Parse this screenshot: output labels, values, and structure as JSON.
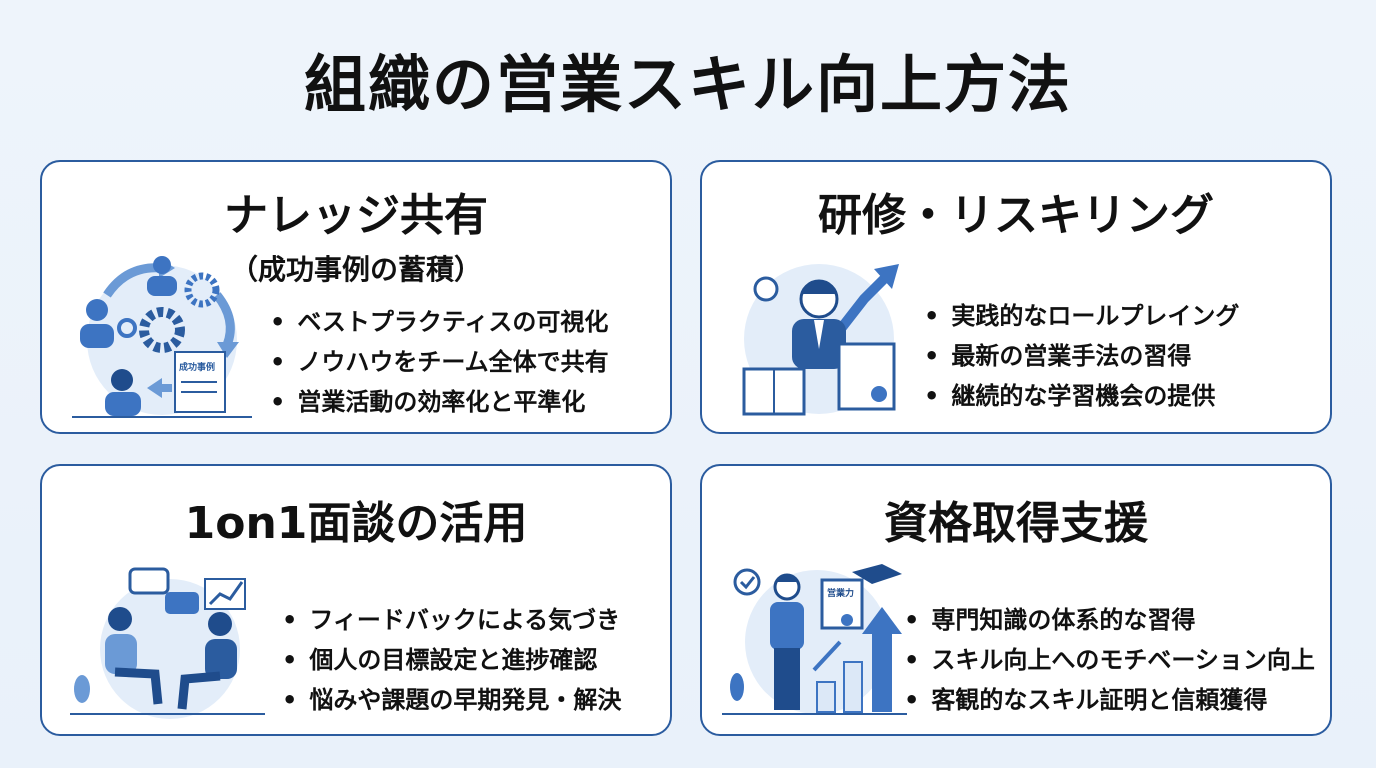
{
  "title": "組織の営業スキル向上方法",
  "colors": {
    "accent": "#2b5c9f",
    "icon_blue": "#3d74c2",
    "light_blue": "#dce8f7"
  },
  "cards": [
    {
      "title": "ナレッジ共有",
      "subtitle": "（成功事例の蓄積）",
      "illustration_label": "成功事例",
      "bullets": [
        "ベストプラクティスの可視化",
        "ノウハウをチーム全体で共有",
        "営業活動の効率化と平準化"
      ]
    },
    {
      "title": "研修・リスキリング",
      "bullets": [
        "実践的なロールプレイング",
        "最新の営業手法の習得",
        "継続的な学習機会の提供"
      ]
    },
    {
      "title": "1on1面談の活用",
      "bullets": [
        "フィードバックによる気づき",
        "個人の目標設定と進捗確認",
        "悩みや課題の早期発見・解決"
      ]
    },
    {
      "title": "資格取得支援",
      "illustration_label": "営業力",
      "bullets": [
        "専門知識の体系的な習得",
        "スキル向上へのモチベーション向上",
        "客観的なスキル証明と信頼獲得"
      ]
    }
  ]
}
